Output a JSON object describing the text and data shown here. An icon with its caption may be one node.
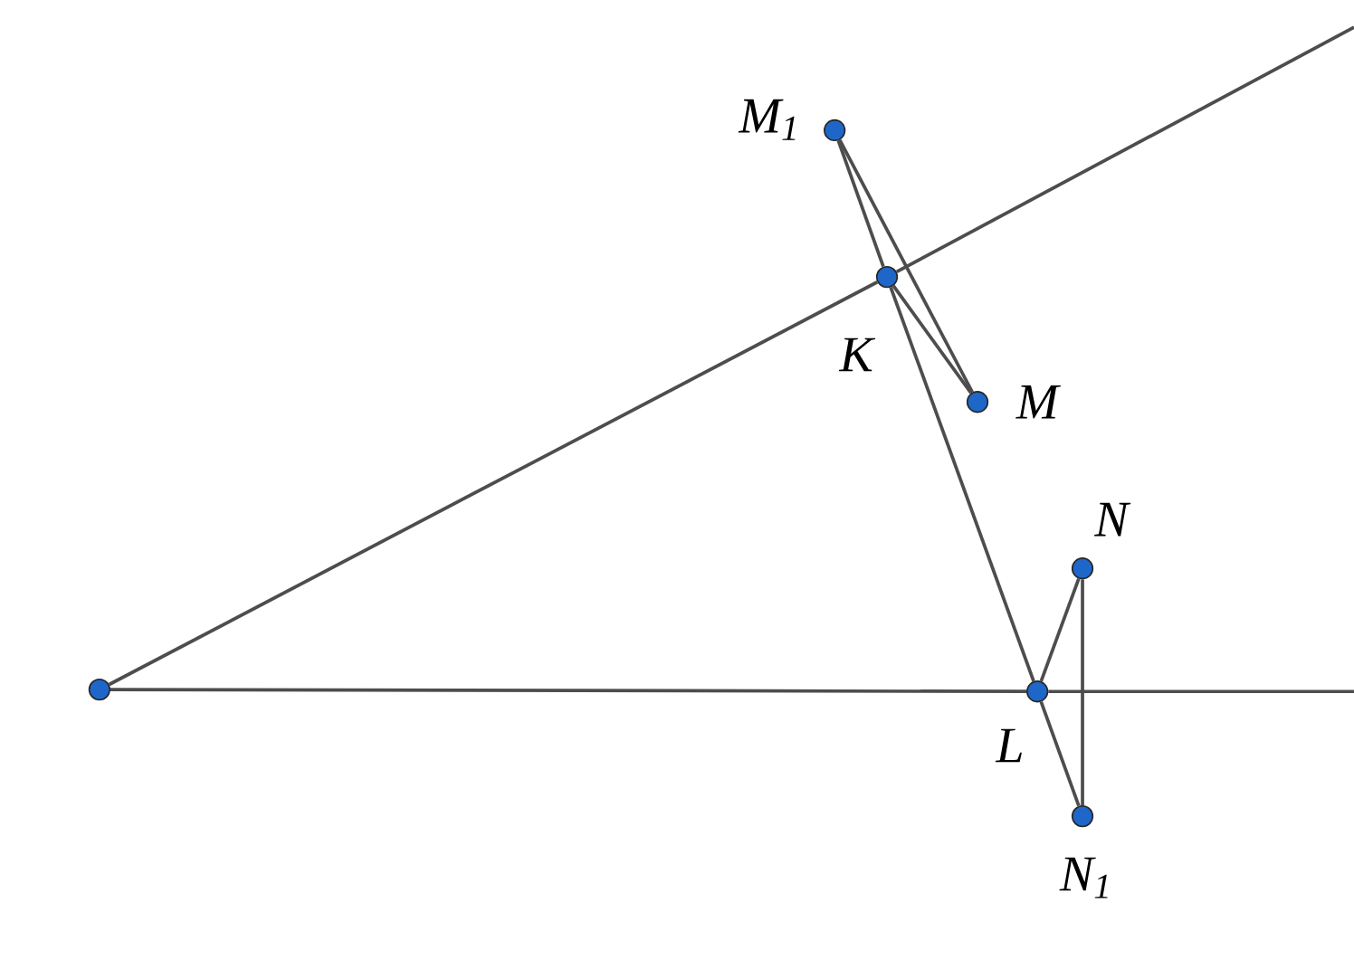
{
  "diagram": {
    "nodes": [
      {
        "text": [],
        "shape": "circle",
        "beside": [
          "*M*$_{1}$"
        ]
      },
      {
        "text": [],
        "shape": "circle",
        "beside": [
          "*K*"
        ]
      },
      {
        "text": [],
        "shape": "circle",
        "beside": [
          "*M*"
        ]
      },
      {
        "text": [],
        "shape": "circle",
        "beside": [
          "*N*"
        ]
      },
      {
        "text": [],
        "shape": "circle"
      },
      {
        "text": [],
        "shape": "circle",
        "beside": [
          "*L*"
        ]
      },
      {
        "text": [],
        "shape": "circle",
        "beside": [
          "*N*$_{1}$"
        ]
      }
    ],
    "edges": [
      {
        "from": 4,
        "to": 1,
        "arrow": "none"
      },
      {
        "from": 1,
        "to": null,
        "arrow": "none"
      },
      {
        "from": 4,
        "to": 5,
        "arrow": "none"
      },
      {
        "from": 5,
        "to": null,
        "arrow": "none"
      },
      {
        "from": 0,
        "to": 1,
        "arrow": "none"
      },
      {
        "from": 0,
        "to": 2,
        "arrow": "none"
      },
      {
        "from": 1,
        "to": 2,
        "arrow": "none"
      },
      {
        "from": 1,
        "to": 5,
        "arrow": "none"
      },
      {
        "from": 5,
        "to": 3,
        "arrow": "none"
      },
      {
        "from": 3,
        "to": 6,
        "arrow": "none"
      },
      {
        "from": 5,
        "to": 6,
        "arrow": "none"
      }
    ]
  }
}
